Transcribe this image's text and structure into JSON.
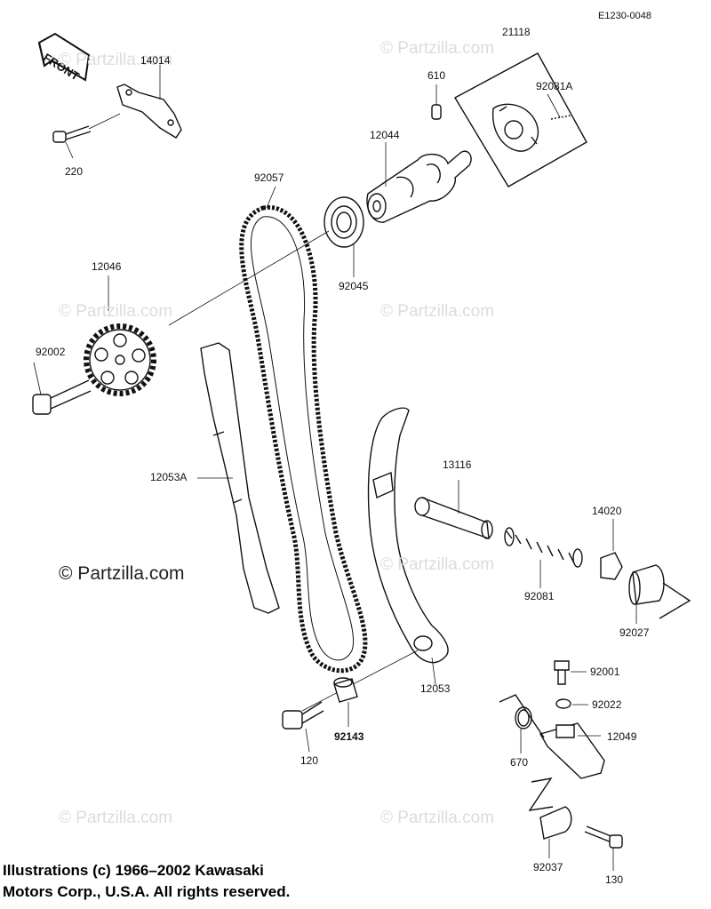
{
  "figure_id": "E1230-0048",
  "front_label": "FRONT",
  "watermark_text": "© Partzilla.com",
  "parts": {
    "p14014": "14014",
    "p220": "220",
    "p21118": "21118",
    "p610": "610",
    "p92081A": "92081A",
    "p12044": "12044",
    "p92057": "92057",
    "p92045": "92045",
    "p12046": "12046",
    "p92002": "92002",
    "p12053A": "12053A",
    "p13116": "13116",
    "p14020": "14020",
    "p92081": "92081",
    "p92027": "92027",
    "p12053": "12053",
    "p92001": "92001",
    "p92022": "92022",
    "p12049": "12049",
    "p670": "670",
    "p92143": "92143",
    "p120": "120",
    "p92037": "92037",
    "p130": "130"
  },
  "copyright": {
    "line1": "Illustrations (c) 1966–2002 Kawasaki",
    "line2": "Motors Corp., U.S.A.  All rights reserved."
  }
}
